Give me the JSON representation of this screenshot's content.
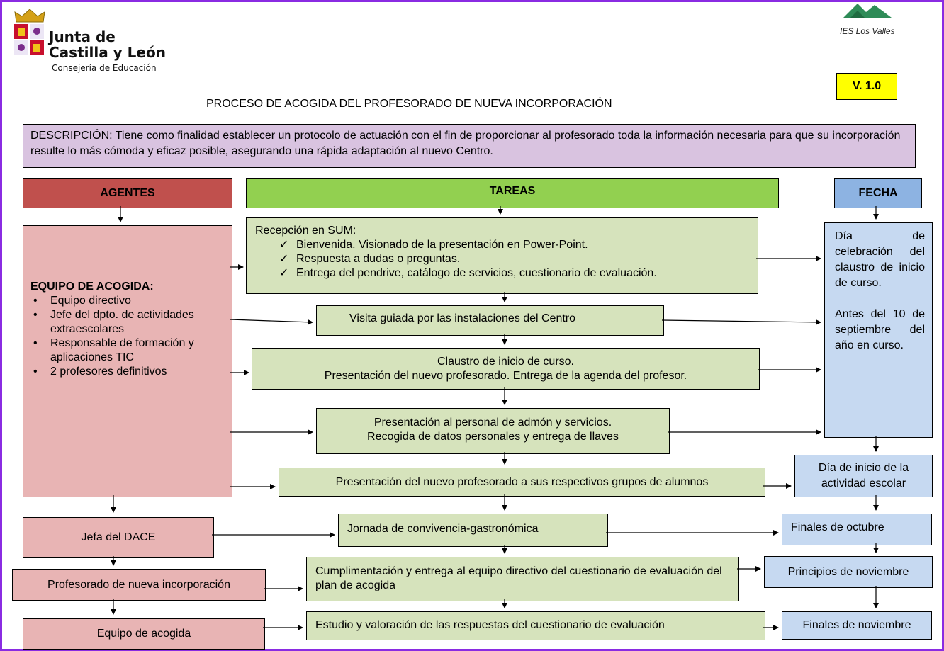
{
  "header": {
    "org_line1": "Junta de",
    "org_line2": "Castilla y León",
    "org_sub": "Consejería de Educación",
    "school": "IES Los Valles",
    "version": "V. 1.0"
  },
  "title": "PROCESO DE ACOGIDA DEL PROFESORADO DE NUEVA INCORPORACIÓN",
  "description": "DESCRIPCIÓN: Tiene como finalidad establecer un protocolo de actuación con el fin de  proporcionar al profesorado  toda la información necesaria para que su incorporación resulte lo más cómoda y eficaz posible, asegurando una rápida adaptación al nuevo Centro.",
  "columns": {
    "agentes": "AGENTES",
    "tareas": "TAREAS",
    "fecha": "FECHA"
  },
  "agents": {
    "equipo_title": "EQUIPO DE ACOGIDA:",
    "equipo_members": [
      "Equipo directivo",
      "Jefe del dpto. de actividades extraescolares",
      "Responsable de formación y aplicaciones TIC",
      "2 profesores definitivos"
    ],
    "jefa": "Jefa del DACE",
    "profesorado": "Profesorado de nueva incorporación",
    "equipo": "Equipo de acogida"
  },
  "tasks": {
    "recepcion_title": "Recepción en SUM:",
    "recepcion_items": [
      "Bienvenida. Visionado de  la presentación en Power-Point.",
      "Respuesta a dudas o preguntas.",
      "Entrega del pendrive, catálogo de servicios, cuestionario de evaluación."
    ],
    "visita": "Visita guiada por las instalaciones del Centro",
    "claustro_line1": "Claustro de inicio de curso.",
    "claustro_line2": "Presentación del nuevo profesorado.  Entrega de la agenda del profesor.",
    "personal_line1": "Presentación al personal de admón y servicios.",
    "personal_line2": "Recogida de datos personales y entrega de llaves",
    "grupos": "Presentación del nuevo profesorado a sus respectivos grupos de alumnos",
    "jornada": "Jornada de convivencia-gastronómica",
    "cumplimentacion": "Cumplimentación y entrega al equipo directivo del cuestionario de evaluación del plan de acogida",
    "estudio": "Estudio y valoración de las respuestas del cuestionario de evaluación"
  },
  "dates": {
    "main_p1": "Día de celebración del claustro de inicio de curso.",
    "main_p2": "Antes del 10 de septiembre del año en curso.",
    "inicio": "Día de inicio de  la actividad escolar",
    "oct": "Finales de octubre",
    "nov_inicio": "Principios de noviembre",
    "nov_final": "Finales de noviembre"
  },
  "colors": {
    "agentes_header": "#c0504d",
    "tareas_header": "#92d050",
    "fecha_header": "#8db3e2",
    "agent_box": "#e8b4b4",
    "task_box": "#d6e3bc",
    "date_box": "#c6d9f1",
    "description_box": "#d9c3e0",
    "version_box": "#ffff00",
    "page_border": "#8a2be2"
  }
}
